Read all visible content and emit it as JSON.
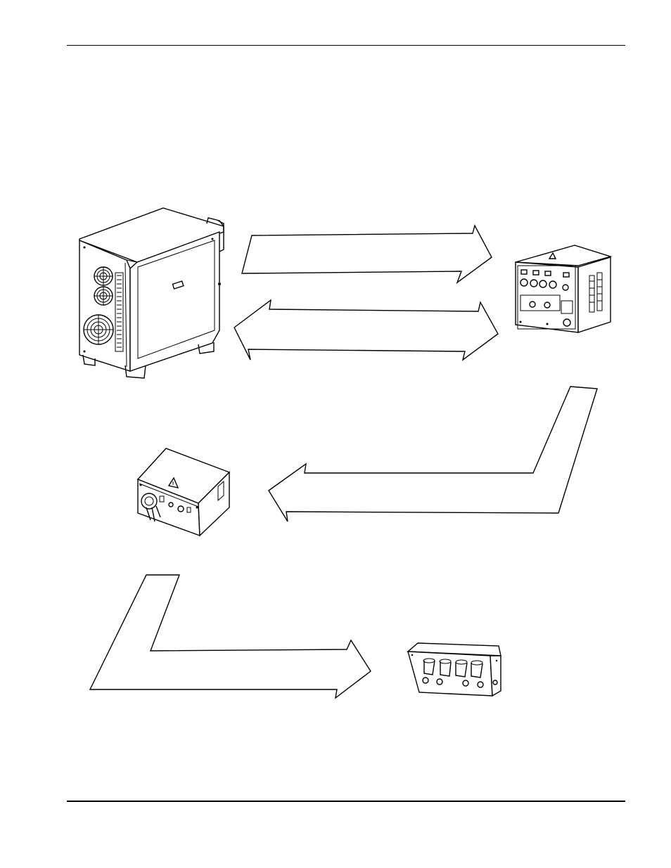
{
  "colors": {
    "ink": "#000000",
    "paper": "#ffffff"
  },
  "components": [
    {
      "id": "power-supply",
      "icon": "power-supply-unit-icon"
    },
    {
      "id": "gas-console",
      "icon": "gas-console-icon"
    },
    {
      "id": "ignition-console",
      "icon": "ignition-console-icon"
    },
    {
      "id": "gas-manifold",
      "icon": "gas-manifold-icon"
    }
  ],
  "connections": [
    {
      "from": "power-supply",
      "to": "gas-console",
      "direction": "one-way"
    },
    {
      "from": "power-supply",
      "to": "gas-console",
      "direction": "two-way"
    },
    {
      "from": "gas-console",
      "to": "ignition-console",
      "direction": "one-way"
    },
    {
      "from": "ignition-console",
      "to": "gas-manifold",
      "direction": "one-way"
    }
  ]
}
